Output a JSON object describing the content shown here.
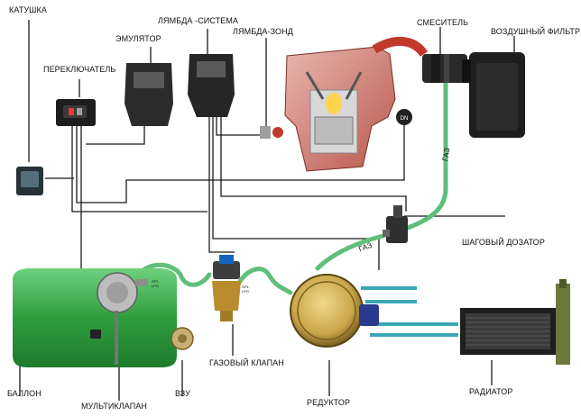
{
  "labels": {
    "coil": "КАТУШКА",
    "switch": "ПЕРЕКЛЮЧАТЕЛЬ",
    "emulator": "ЭМУЛЯТОР",
    "lambda_system": "ЛЯМБДА -СИСТЕМА",
    "lambda_probe": "ЛЯМБДА-ЗОНД",
    "mixer": "СМЕСИТЕЛЬ",
    "air_filter": "ВОЗДУШНЫЙ ФИЛЬТР",
    "gas_vertical": "ГАЗ",
    "gas_horizontal": "ГАЗ",
    "stepper_doser": "ШАГОВЫЙ ДОЗАТОР",
    "cylinder": "БАЛЛОН",
    "multivalve": "МУЛЬТИКЛАПАН",
    "vzu": "ВЗУ",
    "gas_valve": "ГАЗОВЫЙ КЛАПАН",
    "reducer": "РЕДУКТОР",
    "radiator": "РАДИАТОР"
  },
  "colors": {
    "hose_green": "#5fbf7a",
    "tank_green": "#2e9e3e",
    "coolant_teal": "#3aa7b5",
    "wire": "#1a1a1a",
    "reducer_gold": "#c9a64a",
    "engine_red": "#c0392b"
  }
}
